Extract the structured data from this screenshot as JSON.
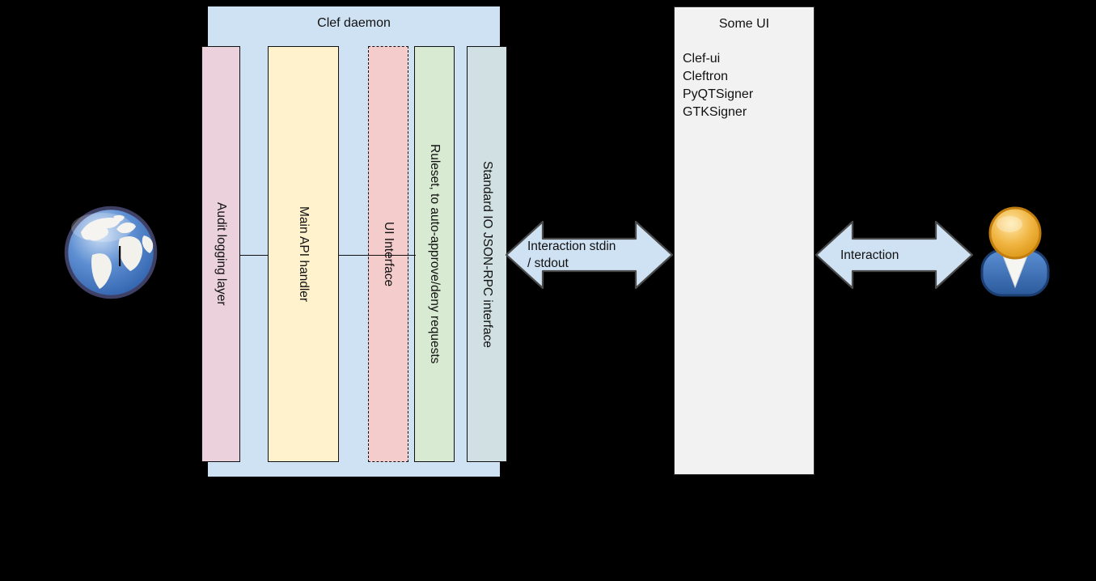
{
  "background": "#000000",
  "clef_daemon": {
    "title": "Clef daemon",
    "fill": "#cfe2f3",
    "bars": [
      {
        "label": "Audit logging layer",
        "fill": "#ead1dc",
        "border_style": "solid"
      },
      {
        "label": "Main API handler",
        "fill": "#fff2cc",
        "border_style": "solid"
      },
      {
        "label": "UI Interface",
        "fill": "#f4cccc",
        "border_style": "dashed"
      },
      {
        "label": "Ruleset, to auto-approve/deny requests",
        "fill": "#d9ead3",
        "border_style": "solid"
      },
      {
        "label": "Standard IO JSON-RPC interface",
        "fill": "#d0e0e3",
        "border_style": "solid"
      }
    ]
  },
  "some_ui": {
    "title": "Some UI",
    "fill": "#f2f2f2",
    "items": [
      "Clef-ui",
      "Cleftron",
      "PyQTSigner",
      "GTKSigner"
    ]
  },
  "arrows": {
    "fill": "#cfe2f3",
    "stroke": "#4a4a4a",
    "left": {
      "line1": "Interaction stdin",
      "line2": "/ stdout"
    },
    "right": {
      "label": "Interaction"
    }
  },
  "icons": {
    "globe": "globe-icon",
    "person": "user-icon"
  }
}
